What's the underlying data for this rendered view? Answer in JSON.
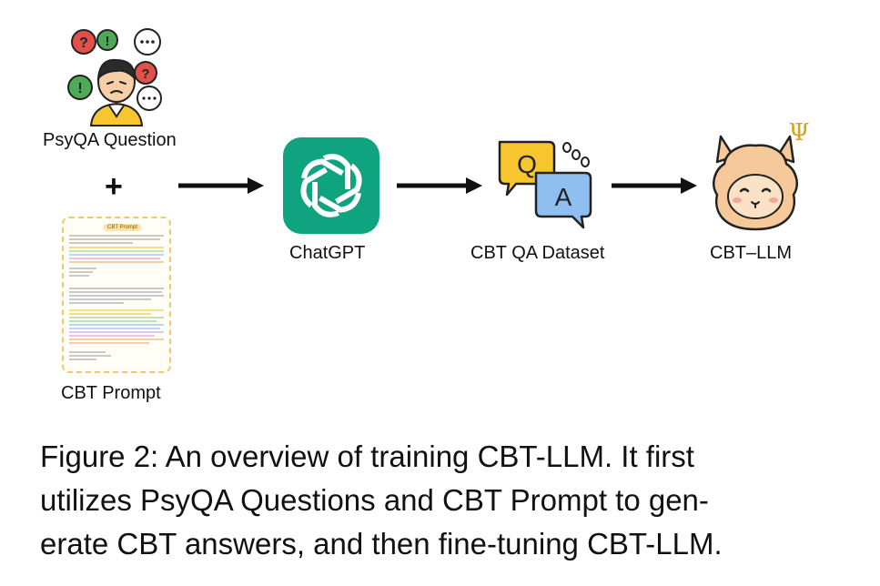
{
  "nodes": {
    "psyqa_question": "PsyQA Question",
    "cbt_prompt": "CBT Prompt",
    "cbt_prompt_doc_title": "CBT Prompt",
    "chatgpt": "ChatGPT",
    "cbt_qa_dataset": "CBT QA Dataset",
    "cbt_llm": "CBT–LLM",
    "qa_q_letter": "Q",
    "qa_a_letter": "A",
    "psi_symbol": "Ψ"
  },
  "plus_symbol": "+",
  "caption": {
    "line1": "Figure 2:  An overview of training CBT-LLM. It first",
    "line2": "utilizes PsyQA Questions and CBT Prompt to gen-",
    "line3": "erate CBT answers, and then fine-tuning CBT-LLM."
  },
  "colors": {
    "chatgpt_green": "#10a37f",
    "q_bubble": "#f7c62f",
    "a_bubble": "#8fbef0",
    "bubble_red": "#e2504c",
    "bubble_green": "#4daa57",
    "alpaca_fur": "#f6c99a",
    "psi_gold": "#d9a21b"
  }
}
